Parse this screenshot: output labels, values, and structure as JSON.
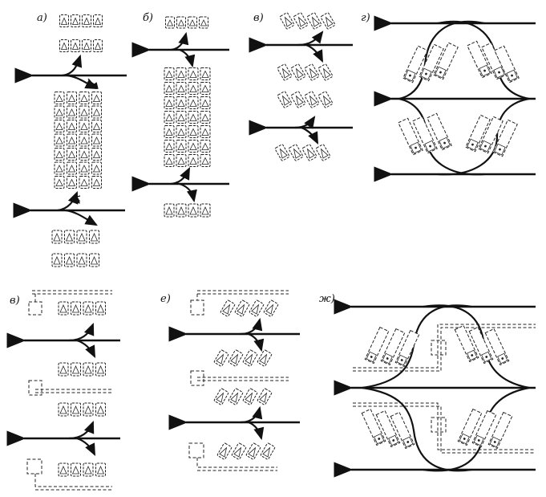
{
  "panels": [
    {
      "id": "a",
      "label": "а)"
    },
    {
      "id": "b",
      "label": "б)"
    },
    {
      "id": "v",
      "label": "в)"
    },
    {
      "id": "g",
      "label": "г)"
    },
    {
      "id": "d",
      "label": "в)"
    },
    {
      "id": "e",
      "label": "е)"
    },
    {
      "id": "zh",
      "label": "ж)"
    }
  ],
  "colors": {
    "ink": "#111111",
    "background": "#ffffff"
  },
  "icons": [
    "arrow-left-icon",
    "car-icon",
    "truck-icon",
    "maneuver-arrow-icon"
  ]
}
